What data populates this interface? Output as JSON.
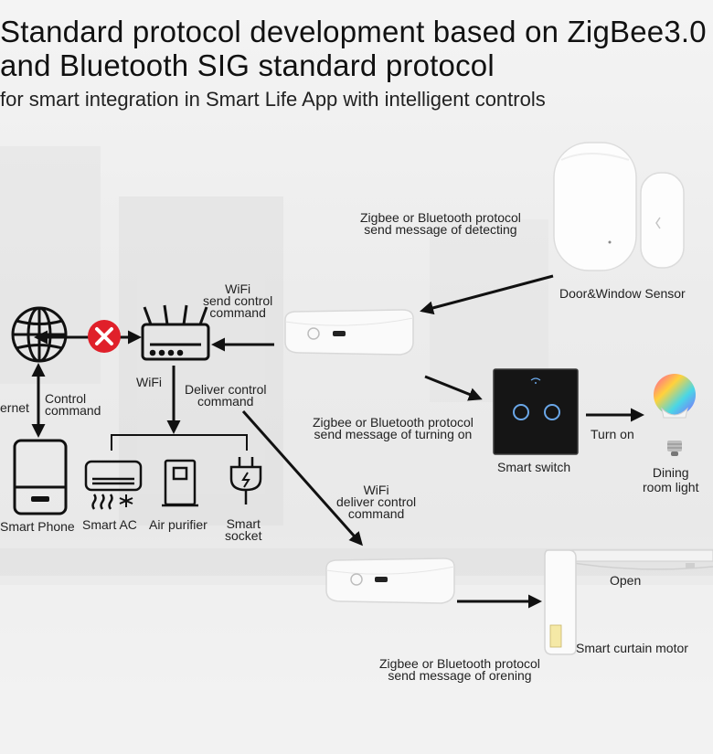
{
  "heading": {
    "title_line1": "Standard protocol development based on ZigBee3.0",
    "title_line2": "and Bluetooth SIG standard protocol",
    "subtitle": "for smart integration in Smart Life App with intelligent controls"
  },
  "labels": {
    "internet": "ernet",
    "control_command": [
      "Control",
      "command"
    ],
    "wifi_router": "WiFi",
    "wifi_send_control": [
      "WiFi",
      "send control",
      "command"
    ],
    "deliver_control": [
      "Deliver control",
      "command"
    ],
    "smart_phone": "Smart Phone",
    "smart_ac": "Smart AC",
    "air_purifier": "Air purifier",
    "smart_socket": [
      "Smart",
      "socket"
    ],
    "detecting_msg": [
      "Zigbee or Bluetooth protocol",
      "send message of detecting"
    ],
    "door_window_sensor": "Door&Window Sensor",
    "turning_on_msg": [
      "Zigbee or Bluetooth protocol",
      "send message of turning on"
    ],
    "smart_switch": "Smart switch",
    "turn_on": "Turn on",
    "dining_light": [
      "Dining",
      "room light"
    ],
    "wifi_deliver": [
      "WiFi",
      "deliver control",
      "command"
    ],
    "open": "Open",
    "curtain_motor": "Smart curtain motor",
    "opening_msg": [
      "Zigbee or Bluetooth protocol",
      "send message of orening"
    ]
  },
  "colors": {
    "arrow": "#111111",
    "blocked_badge": "#e0202a",
    "switch_panel": "#151515",
    "switch_ring": "#6aa7e8",
    "hub_white": "#fafafa"
  },
  "icons": [
    "globe-icon",
    "blocked-x-icon",
    "router-icon",
    "phone-icon",
    "ac-icon",
    "purifier-icon",
    "socket-icon",
    "hub-icon",
    "sensor-icon",
    "switch-icon",
    "bulb-icon",
    "curtain-motor-icon"
  ]
}
